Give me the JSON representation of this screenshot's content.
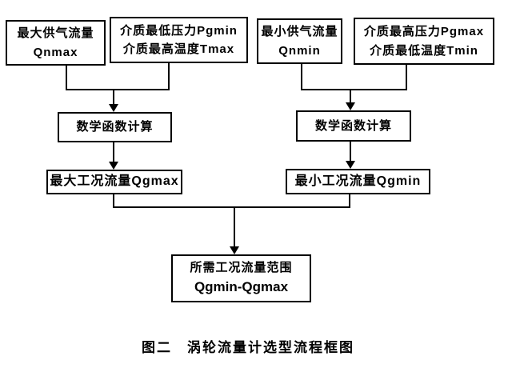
{
  "figure": {
    "caption": "图二　涡轮流量计选型流程框图"
  },
  "flowchart": {
    "boxes": {
      "qnmax": {
        "line1": "最大供气流量",
        "line2": "Qnmax"
      },
      "pgmin_tmax": {
        "line1": "介质最低压力Pgmin",
        "line2": "介质最高温度Tmax"
      },
      "qnmin": {
        "line1": "最小供气流量",
        "line2": "Qnmin"
      },
      "pgmax_tmin": {
        "line1": "介质最高压力Pgmax",
        "line2": "介质最低温度Tmin"
      },
      "calc_left": {
        "line1": "数学函数计算"
      },
      "calc_right": {
        "line1": "数学函数计算"
      },
      "qgmax": {
        "line1": "最大工况流量Qgmax"
      },
      "qgmin": {
        "line1": "最小工况流量Qgmin"
      },
      "result": {
        "line1": "所需工况流量范围",
        "line2": "Qgmin-Qgmax"
      }
    },
    "edges": [
      {
        "from": "qnmax",
        "to": "calc_left"
      },
      {
        "from": "pgmin_tmax",
        "to": "calc_left"
      },
      {
        "from": "calc_left",
        "to": "qgmax"
      },
      {
        "from": "qnmin",
        "to": "calc_right"
      },
      {
        "from": "pgmax_tmin",
        "to": "calc_right"
      },
      {
        "from": "calc_right",
        "to": "qgmin"
      },
      {
        "from": "qgmax",
        "to": "result"
      },
      {
        "from": "qgmin",
        "to": "result"
      }
    ],
    "colors": {
      "border": "#000000",
      "background": "#ffffff",
      "text": "#000000"
    }
  }
}
